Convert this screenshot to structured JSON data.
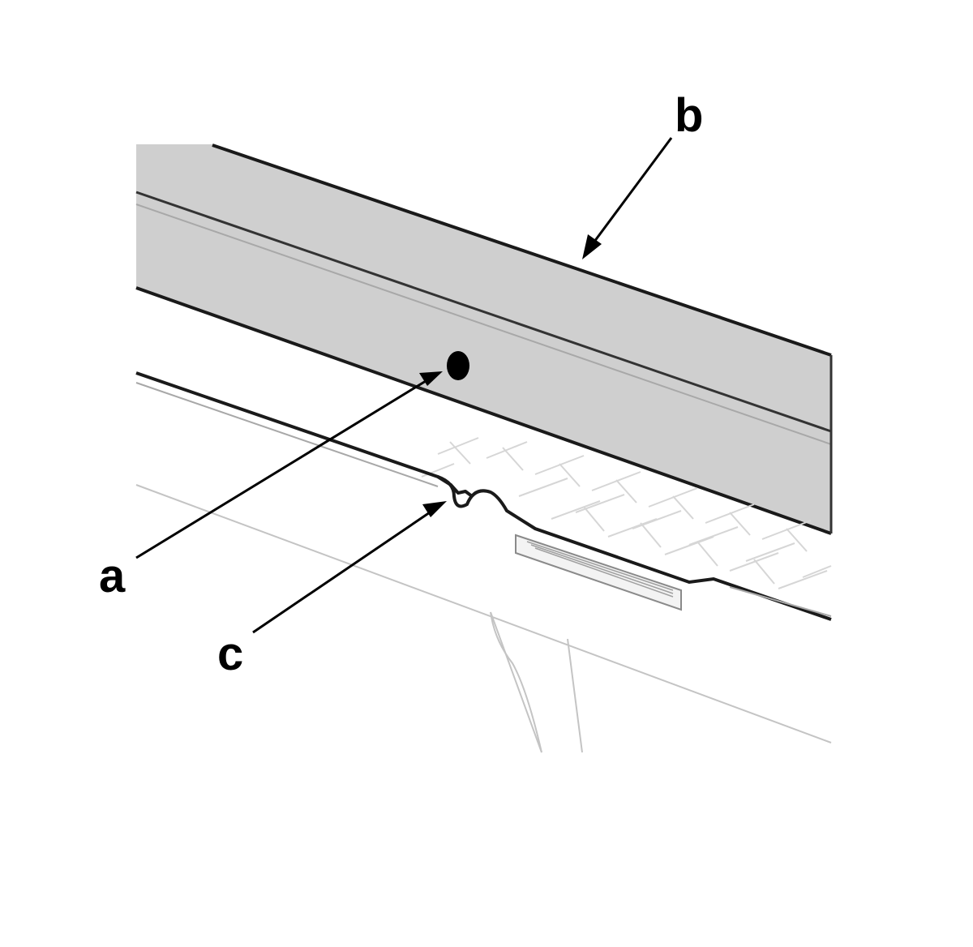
{
  "diagram": {
    "colors": {
      "panel_fill": "#cfcfcf",
      "line_dark": "#1a1a1a",
      "line_light": "#a8a8a8",
      "background": "#ffffff"
    },
    "callouts": [
      {
        "id": "a",
        "label": "a",
        "points_to": "hole"
      },
      {
        "id": "b",
        "label": "b",
        "points_to": "molding-edge"
      },
      {
        "id": "c",
        "label": "c",
        "points_to": "clip-hook"
      }
    ]
  }
}
